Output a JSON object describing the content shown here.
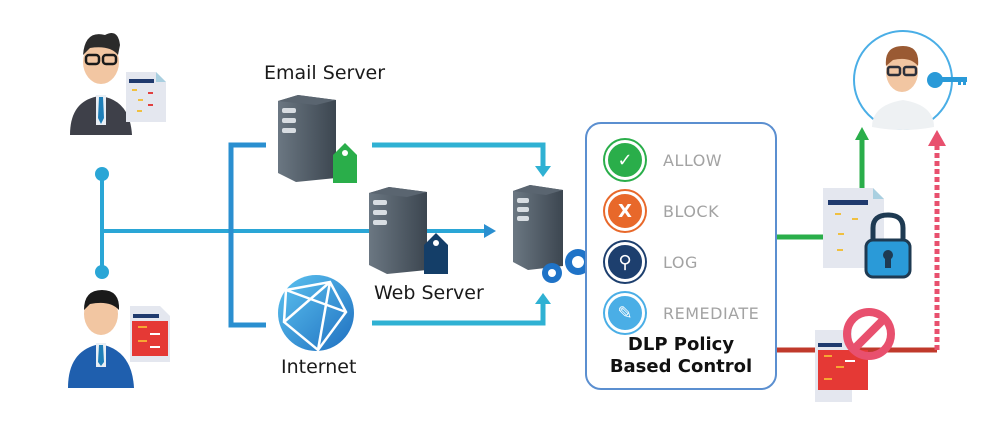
{
  "labels": {
    "email_server": "Email Server",
    "web_server": "Web Server",
    "internet": "Internet"
  },
  "policy": {
    "title_line1": "DLP Policy",
    "title_line2": "Based Control",
    "actions": [
      {
        "label": "ALLOW",
        "icon": "check-icon",
        "glyph": "✓",
        "color": "#2aae4a"
      },
      {
        "label": "BLOCK",
        "icon": "x-icon",
        "glyph": "X",
        "color": "#e8682a"
      },
      {
        "label": "LOG",
        "icon": "magnifier-icon",
        "glyph": "⚲",
        "color": "#1d3f6e"
      },
      {
        "label": "REMEDIATE",
        "icon": "pencil-icon",
        "glyph": "✎",
        "color": "#4aaee6"
      }
    ]
  },
  "colors": {
    "flow_blue": "#2a8fd0",
    "flow_teal": "#2fb1d3",
    "allow_green": "#2aae4a",
    "block_red": "#c0392b",
    "block_pink": "#e8506e",
    "server_dark": "#4a5560"
  }
}
